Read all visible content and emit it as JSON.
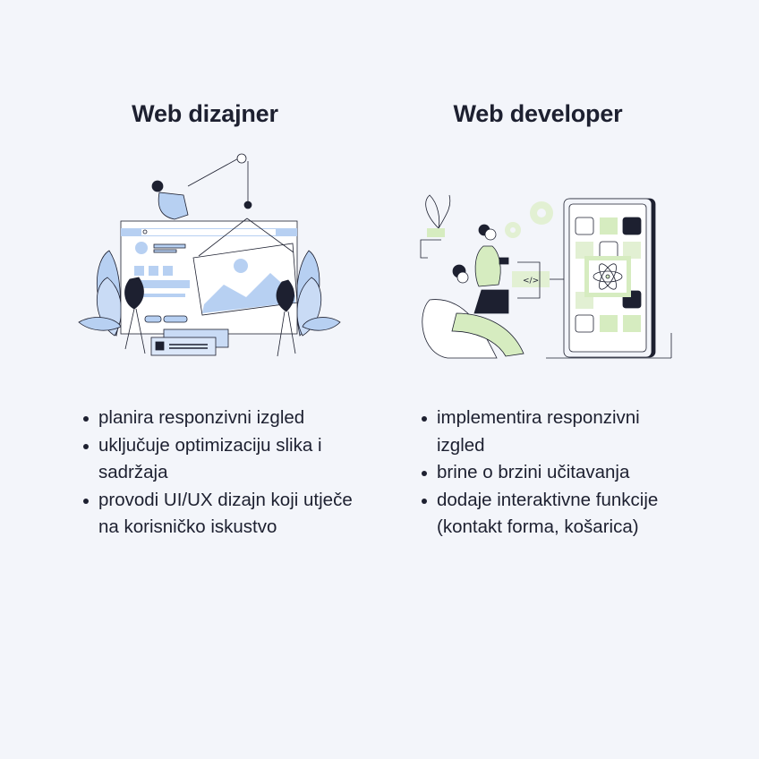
{
  "colors": {
    "background": "#f3f5fa",
    "designer_accent": "#b7d0f2",
    "developer_accent": "#d6ecc0",
    "ink": "#1d2030"
  },
  "columns": [
    {
      "title": "Web dizajner",
      "illustration": "web-designer-illustration",
      "items": [
        "planira responzivni izgled",
        "uključuje optimizaciju slika i sadržaja",
        "provodi UI/UX dizajn koji utječe na korisničko iskustvo"
      ]
    },
    {
      "title": "Web developer",
      "illustration": "web-developer-illustration",
      "items": [
        "implementira responzivni izgled",
        "brine o brzini učitavanja",
        "dodaje interaktivne funkcije (kontakt forma, košarica)"
      ]
    }
  ]
}
